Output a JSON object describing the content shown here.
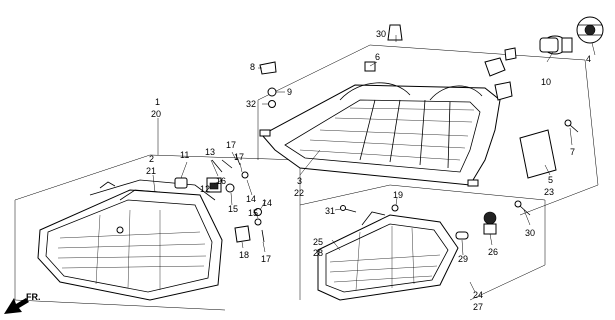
{
  "diagram": {
    "front_label": "FR.",
    "callouts": {
      "c1": "1",
      "c20": "20",
      "c2": "2",
      "c21": "21",
      "c3": "3",
      "c22": "22",
      "c4": "4",
      "c5": "5",
      "c23": "23",
      "c6": "6",
      "c7": "7",
      "c8": "8",
      "c9": "9",
      "c10": "10",
      "c11": "11",
      "c12": "12",
      "c13": "13",
      "c14a": "14",
      "c14b": "14",
      "c15a": "15",
      "c15b": "15",
      "c16": "16",
      "c17a": "17",
      "c17b": "17",
      "c17c": "17",
      "c18": "18",
      "c19": "19",
      "c24": "24",
      "c27": "27",
      "c25": "25",
      "c28": "28",
      "c26": "26",
      "c29": "29",
      "c30a": "30",
      "c30b": "30",
      "c31": "31",
      "c32": "32"
    }
  }
}
